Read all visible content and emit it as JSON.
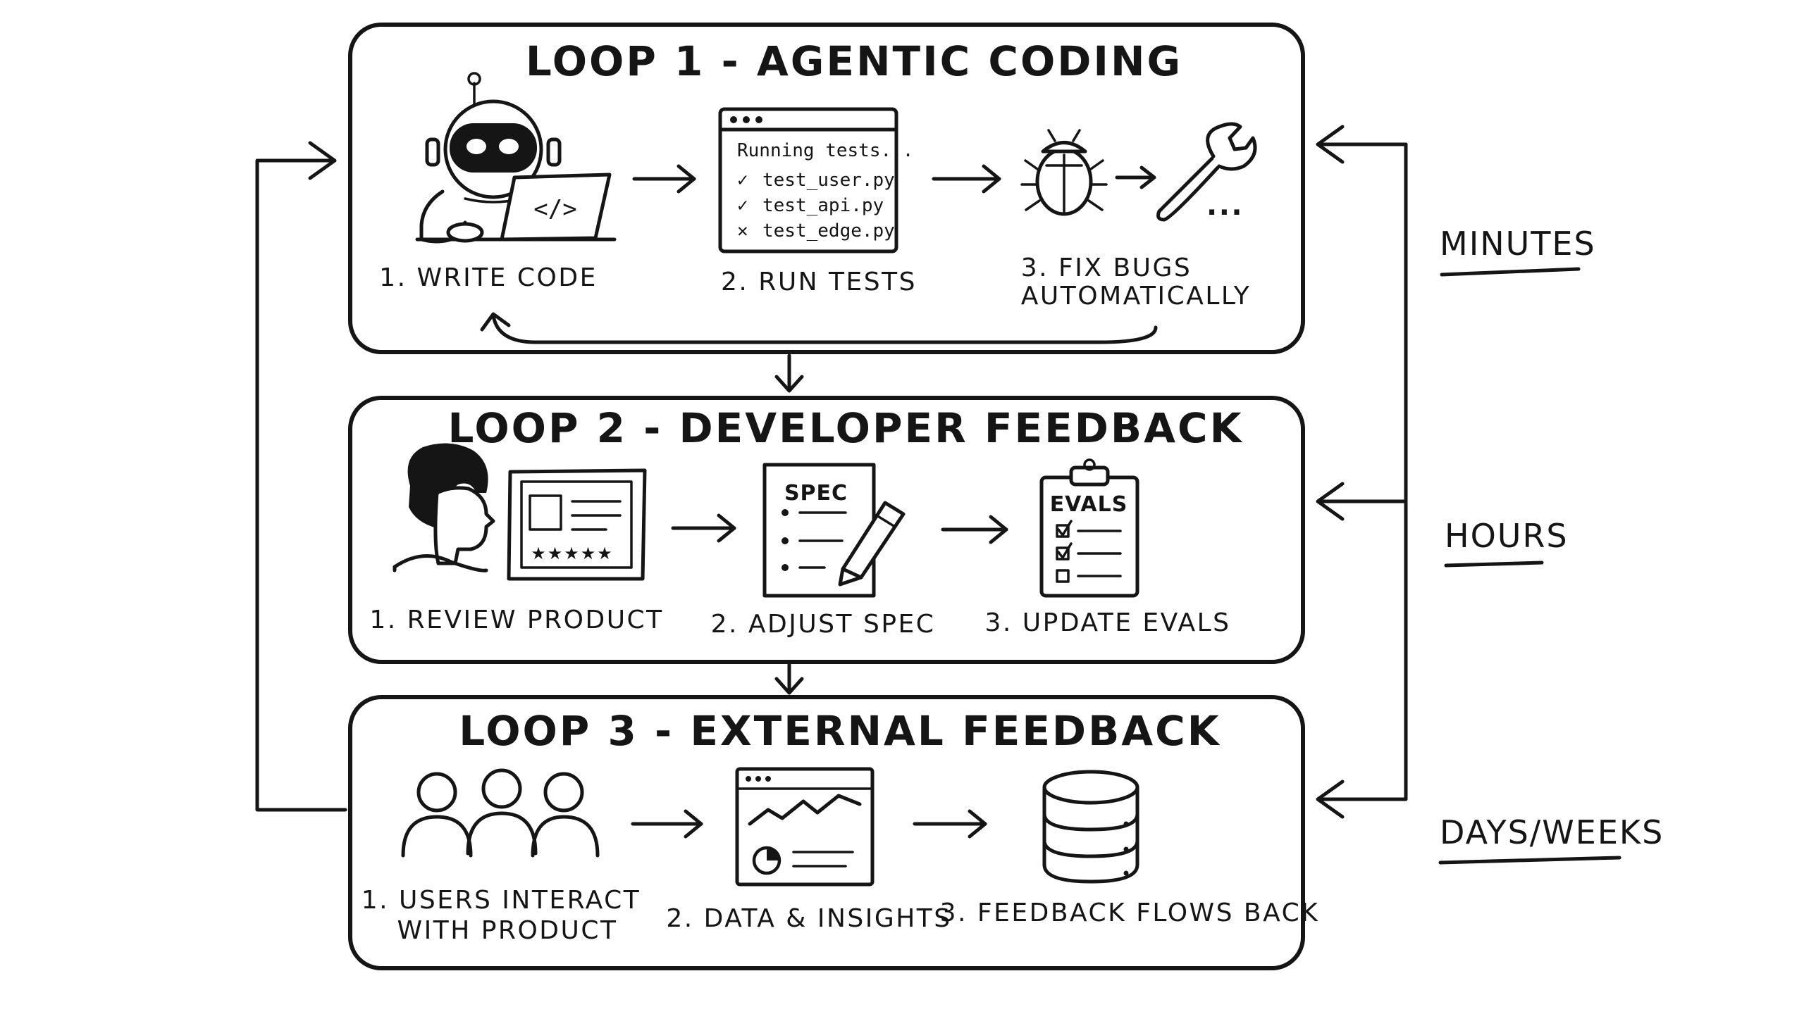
{
  "loops": [
    {
      "title": "LOOP 1 - AGENTIC CODING",
      "steps": [
        "1. WRITE CODE",
        "2. RUN TESTS",
        "3. FIX BUGS",
        "AUTOMATICALLY"
      ],
      "terminal": {
        "header": "Running tests...",
        "lines": [
          "test_user.py",
          "test_api.py",
          "test_edge.py"
        ],
        "marks": [
          "✓",
          "✓",
          "✕"
        ]
      },
      "laptop_glyph": "</>",
      "ellipsis": "..."
    },
    {
      "title": "LOOP 2 - DEVELOPER FEEDBACK",
      "steps": [
        "1. REVIEW PRODUCT",
        "2. ADJUST SPEC",
        "3. UPDATE EVALS"
      ],
      "spec_label": "SPEC",
      "evals_label": "EVALS",
      "rating_stars": "★★★★★"
    },
    {
      "title": "LOOP 3 - EXTERNAL FEEDBACK",
      "steps": [
        "1. USERS INTERACT",
        "WITH PRODUCT",
        "2. DATA & INSIGHTS",
        "3. FEEDBACK FLOWS BACK"
      ]
    }
  ],
  "timescales": [
    "MINUTES",
    "HOURS",
    "DAYS/WEEKS"
  ]
}
